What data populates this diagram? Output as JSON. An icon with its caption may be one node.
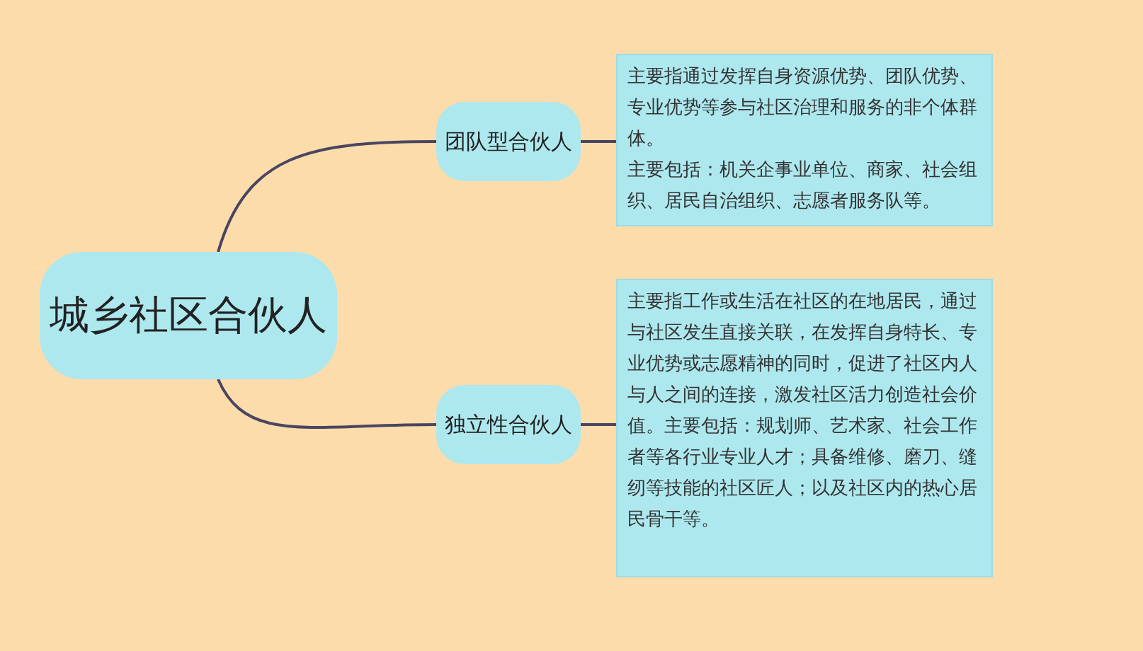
{
  "diagram": {
    "nodes": [
      {
        "text": [
          "城乡社区合伙人"
        ]
      },
      {
        "text": [
          "团队型合伙人"
        ]
      },
      {
        "text": [
          "主要指通过发挥自身资源优势、团队优势、专业优势等参与社区治理和服务的非个体群体。",
          "主要包括：机关企事业单位、商家、社会组织、居民自治组织、志愿者服务队等。"
        ]
      },
      {
        "text": [
          "独立性合伙人"
        ]
      },
      {
        "text": [
          "主要指工作或生活在社区的在地居民，通过与社区发生直接关联，在发挥自身特长、专业优势或志愿精神的同时，促进了社区内人与人之间的连接，激发社区活力创造社会价值。主要包括：规划师、艺术家、社会工作者等各行业专业人才；具备维修、磨刀、缝纫等技能的社区匠人；以及社区内的热心居民骨干等。"
        ]
      }
    ],
    "edges": [
      {
        "from": 0,
        "to": 1,
        "arrow": "none"
      },
      {
        "from": 1,
        "to": 2,
        "arrow": "none"
      },
      {
        "from": 0,
        "to": 3,
        "arrow": "none"
      },
      {
        "from": 3,
        "to": 4,
        "arrow": "none"
      }
    ]
  }
}
